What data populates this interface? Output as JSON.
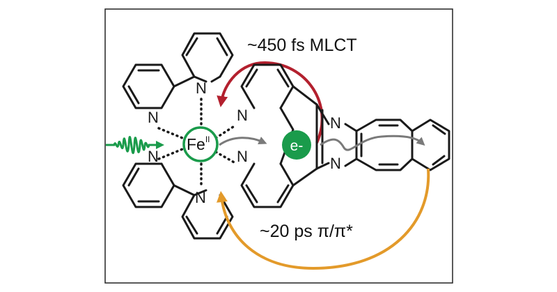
{
  "labels": {
    "mlct": "~450 fs MLCT",
    "pipi": "~20 ps π/π*",
    "metal": "Fe",
    "metal_oxidation": "II",
    "electron": "e-",
    "nitrogen": "N"
  },
  "colors": {
    "excitation": "#1a9b4b",
    "mlct_arrow": "#b3202e",
    "pipi_arrow": "#e39a2a",
    "transfer_arrow": "#7a7a7a",
    "bonds": "#1a1a1a",
    "frame": "#222222"
  }
}
